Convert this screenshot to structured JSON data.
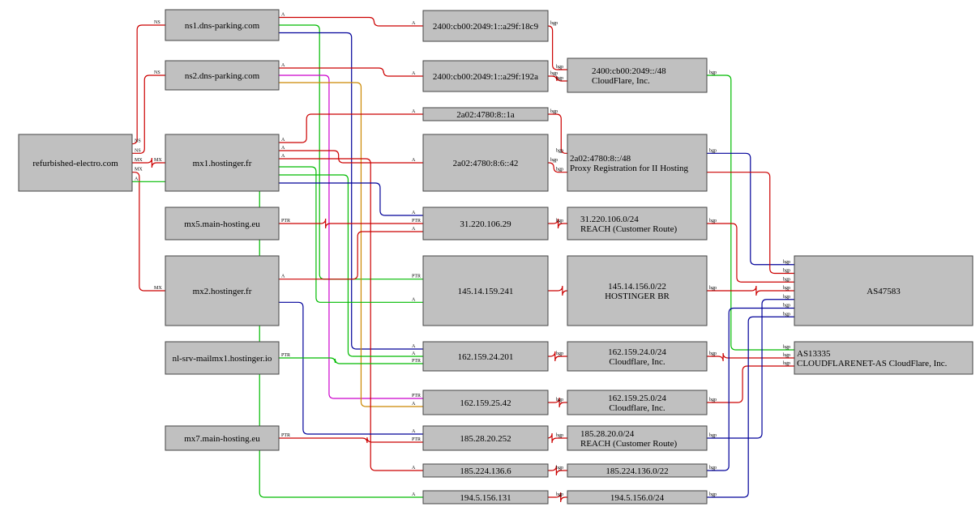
{
  "colors": {
    "red": "#cc0000",
    "blue": "#000099",
    "green": "#00bb00",
    "magenta": "#cc00cc",
    "orange": "#cc8800",
    "node_fill": "#c0c0c0"
  },
  "nodes": {
    "domain": {
      "lines": [
        "refurbished-electro.com"
      ]
    },
    "ns1": {
      "lines": [
        "ns1.dns-parking.com"
      ]
    },
    "ns2": {
      "lines": [
        "ns2.dns-parking.com"
      ]
    },
    "mx1": {
      "lines": [
        "mx1.hostinger.fr"
      ]
    },
    "mx5": {
      "lines": [
        "mx5.main-hosting.eu"
      ]
    },
    "mx2": {
      "lines": [
        "mx2.hostinger.fr"
      ]
    },
    "nlsrv": {
      "lines": [
        "nl-srv-mailmx1.hostinger.io"
      ]
    },
    "mx7": {
      "lines": [
        "mx7.main-hosting.eu"
      ]
    },
    "ip_ns1": {
      "lines": [
        "2400:cb00:2049:1::a29f:18c9"
      ]
    },
    "ip_ns2": {
      "lines": [
        "2400:cb00:2049:1::a29f:192a"
      ]
    },
    "ip_1a": {
      "lines": [
        "2a02:4780:8::1a"
      ]
    },
    "ip_42v6": {
      "lines": [
        "2a02:4780:8:6::42"
      ]
    },
    "ip_31": {
      "lines": [
        "31.220.106.29"
      ]
    },
    "ip_145": {
      "lines": [
        "145.14.159.241"
      ]
    },
    "ip_162a": {
      "lines": [
        "162.159.24.201"
      ]
    },
    "ip_162b": {
      "lines": [
        "162.159.25.42"
      ]
    },
    "ip_185a": {
      "lines": [
        "185.28.20.252"
      ]
    },
    "ip_185b": {
      "lines": [
        "185.224.136.6"
      ]
    },
    "ip_194": {
      "lines": [
        "194.5.156.131"
      ]
    },
    "pfx_cf6": {
      "lines": [
        "2400:cb00:2049::/48",
        "CloudFlare, Inc."
      ]
    },
    "pfx_proxy": {
      "lines": [
        "2a02:4780:8::/48",
        "Proxy Registration for II Hosting"
      ]
    },
    "pfx_31": {
      "lines": [
        "31.220.106.0/24",
        "REACH (Customer Route)"
      ]
    },
    "pfx_145": {
      "lines": [
        "145.14.156.0/22",
        "HOSTINGER BR"
      ]
    },
    "pfx_162a": {
      "lines": [
        "162.159.24.0/24",
        "Cloudflare, Inc."
      ]
    },
    "pfx_162b": {
      "lines": [
        "162.159.25.0/24",
        "Cloudflare, Inc."
      ]
    },
    "pfx_185a": {
      "lines": [
        "185.28.20.0/24",
        "REACH (Customer Route)"
      ]
    },
    "pfx_185b": {
      "lines": [
        "185.224.136.0/22"
      ]
    },
    "pfx_194": {
      "lines": [
        "194.5.156.0/24"
      ]
    },
    "as47583": {
      "lines": [
        "AS47583"
      ]
    },
    "as13335": {
      "lines": [
        "AS13335",
        "CLOUDFLARENET-AS CloudFlare, Inc."
      ]
    }
  },
  "edges": [
    {
      "from": "domain",
      "to": "ns1",
      "label": "NS",
      "tail_label": "NS",
      "color": "red"
    },
    {
      "from": "domain",
      "to": "ns2",
      "label": "NS",
      "tail_label": "NS",
      "color": "red"
    },
    {
      "from": "domain",
      "to": "mx1",
      "label": "MX",
      "tail_label": "MX",
      "color": "red"
    },
    {
      "from": "domain",
      "to": "mx2",
      "label": "MX",
      "tail_label": "MX",
      "color": "red"
    },
    {
      "from": "domain",
      "to": "ip_194",
      "label": "A",
      "tail_label": "A",
      "color": "green"
    },
    {
      "from": "ns1",
      "to": "ip_ns1",
      "label": "A",
      "tail_label": "A",
      "color": "red"
    },
    {
      "from": "ns1",
      "to": "ip_145",
      "label": "PTR",
      "tail_label": "",
      "color": "green"
    },
    {
      "from": "ns1",
      "to": "ip_162a",
      "label": "A",
      "tail_label": "",
      "color": "blue"
    },
    {
      "from": "ns2",
      "to": "ip_ns2",
      "label": "A",
      "tail_label": "A",
      "color": "red"
    },
    {
      "from": "ns2",
      "to": "ip_162b",
      "label": "PTR",
      "tail_label": "",
      "color": "magenta"
    },
    {
      "from": "ns2",
      "to": "ip_162b",
      "label": "A",
      "tail_label": "",
      "color": "orange"
    },
    {
      "from": "mx1",
      "to": "ip_1a",
      "label": "A",
      "tail_label": "A",
      "color": "red"
    },
    {
      "from": "mx1",
      "to": "ip_42v6",
      "label": "A",
      "tail_label": "A",
      "color": "red"
    },
    {
      "from": "mx1",
      "to": "ip_185b",
      "label": "A",
      "tail_label": "A",
      "color": "red"
    },
    {
      "from": "mx1",
      "to": "ip_145",
      "label": "A",
      "tail_label": "",
      "color": "green"
    },
    {
      "from": "mx1",
      "to": "ip_162a",
      "label": "A",
      "tail_label": "",
      "color": "green"
    },
    {
      "from": "mx1",
      "to": "ip_31",
      "label": "A",
      "tail_label": "",
      "color": "blue"
    },
    {
      "from": "mx5",
      "to": "ip_31",
      "label": "PTR",
      "tail_label": "PTR",
      "color": "red"
    },
    {
      "from": "mx2",
      "to": "ip_31",
      "label": "A",
      "tail_label": "A",
      "color": "red"
    },
    {
      "from": "mx2",
      "to": "ip_185a",
      "label": "A",
      "tail_label": "",
      "color": "blue"
    },
    {
      "from": "nlsrv",
      "to": "ip_162a",
      "label": "PTR",
      "tail_label": "PTR",
      "color": "green"
    },
    {
      "from": "mx7",
      "to": "ip_185a",
      "label": "PTR",
      "tail_label": "PTR",
      "color": "red"
    },
    {
      "from": "ip_ns1",
      "to": "pfx_cf6",
      "label": "bgp",
      "tail_label": "bgp",
      "color": "red"
    },
    {
      "from": "ip_ns2",
      "to": "pfx_cf6",
      "label": "bgp",
      "tail_label": "bgp",
      "color": "red"
    },
    {
      "from": "ip_1a",
      "to": "pfx_proxy",
      "label": "bgp",
      "tail_label": "bgp",
      "color": "red"
    },
    {
      "from": "ip_42v6",
      "to": "pfx_proxy",
      "label": "bgp",
      "tail_label": "bgp",
      "color": "red"
    },
    {
      "from": "ip_31",
      "to": "pfx_31",
      "label": "bgp",
      "tail_label": "",
      "color": "red"
    },
    {
      "from": "ip_145",
      "to": "pfx_145",
      "label": "",
      "tail_label": "",
      "color": "red"
    },
    {
      "from": "ip_162a",
      "to": "pfx_162a",
      "label": "bgp",
      "tail_label": "",
      "color": "red"
    },
    {
      "from": "ip_162b",
      "to": "pfx_162b",
      "label": "bgp",
      "tail_label": "",
      "color": "red"
    },
    {
      "from": "ip_185a",
      "to": "pfx_185a",
      "label": "bgp",
      "tail_label": "",
      "color": "red"
    },
    {
      "from": "ip_185b",
      "to": "pfx_185b",
      "label": "bgp",
      "tail_label": "",
      "color": "red"
    },
    {
      "from": "ip_194",
      "to": "pfx_194",
      "label": "bgp",
      "tail_label": "",
      "color": "red"
    },
    {
      "from": "pfx_cf6",
      "to": "as13335",
      "label": "bgp",
      "tail_label": "bgp",
      "color": "green"
    },
    {
      "from": "pfx_proxy",
      "to": "as47583",
      "label": "bgp",
      "tail_label": "bgp",
      "color": "blue"
    },
    {
      "from": "pfx_proxy",
      "to": "as47583",
      "label": "bgp",
      "tail_label": "",
      "color": "red"
    },
    {
      "from": "pfx_31",
      "to": "as47583",
      "label": "bgp",
      "tail_label": "bgp",
      "color": "red"
    },
    {
      "from": "pfx_145",
      "to": "as47583",
      "label": "bgp",
      "tail_label": "bgp",
      "color": "red"
    },
    {
      "from": "pfx_162a",
      "to": "as13335",
      "label": "bgp",
      "tail_label": "bgp",
      "color": "red"
    },
    {
      "from": "pfx_162b",
      "to": "as13335",
      "label": "bgp",
      "tail_label": "bgp",
      "color": "red"
    },
    {
      "from": "pfx_185a",
      "to": "as47583",
      "label": "bgp",
      "tail_label": "bgp",
      "color": "blue"
    },
    {
      "from": "pfx_185b",
      "to": "as47583",
      "label": "bgp",
      "tail_label": "bgp",
      "color": "blue"
    },
    {
      "from": "pfx_194",
      "to": "as47583",
      "label": "bgp",
      "tail_label": "bgp",
      "color": "blue"
    }
  ]
}
